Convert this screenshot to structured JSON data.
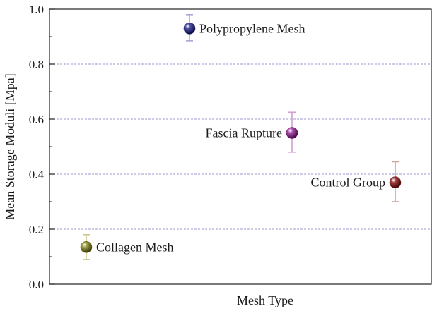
{
  "chart_data": {
    "type": "scatter",
    "title": "",
    "xlabel": "Mesh Type",
    "ylabel": "Mean Storage Moduli [Mpa]",
    "ylim": [
      0.0,
      1.0
    ],
    "yticks": [
      "0.0",
      "0.2",
      "0.4",
      "0.6",
      "0.8",
      "1.0"
    ],
    "grid": "horizontal dashed",
    "legend": "none",
    "series": [
      {
        "name": "Collagen Mesh",
        "label": "Collagen Mesh",
        "value": 0.135,
        "error_low": 0.09,
        "error_high": 0.18,
        "color": "#6b6b1e",
        "error_color": "#c8c890",
        "label_side": "right"
      },
      {
        "name": "Polypropylene Mesh",
        "label": "Polypropylene Mesh",
        "value": 0.93,
        "error_low": 0.885,
        "error_high": 0.98,
        "color": "#24246e",
        "error_color": "#a8a8d0",
        "label_side": "right"
      },
      {
        "name": "Fascia Rupture",
        "label": "Fascia Rupture",
        "value": 0.55,
        "error_low": 0.48,
        "error_high": 0.625,
        "color": "#7a1f7a",
        "error_color": "#d0a0d0",
        "label_side": "left"
      },
      {
        "name": "Control Group",
        "label": "Control Group",
        "value": 0.37,
        "error_low": 0.3,
        "error_high": 0.445,
        "color": "#7a1a1a",
        "error_color": "#d0a0a0",
        "label_side": "left"
      }
    ]
  }
}
